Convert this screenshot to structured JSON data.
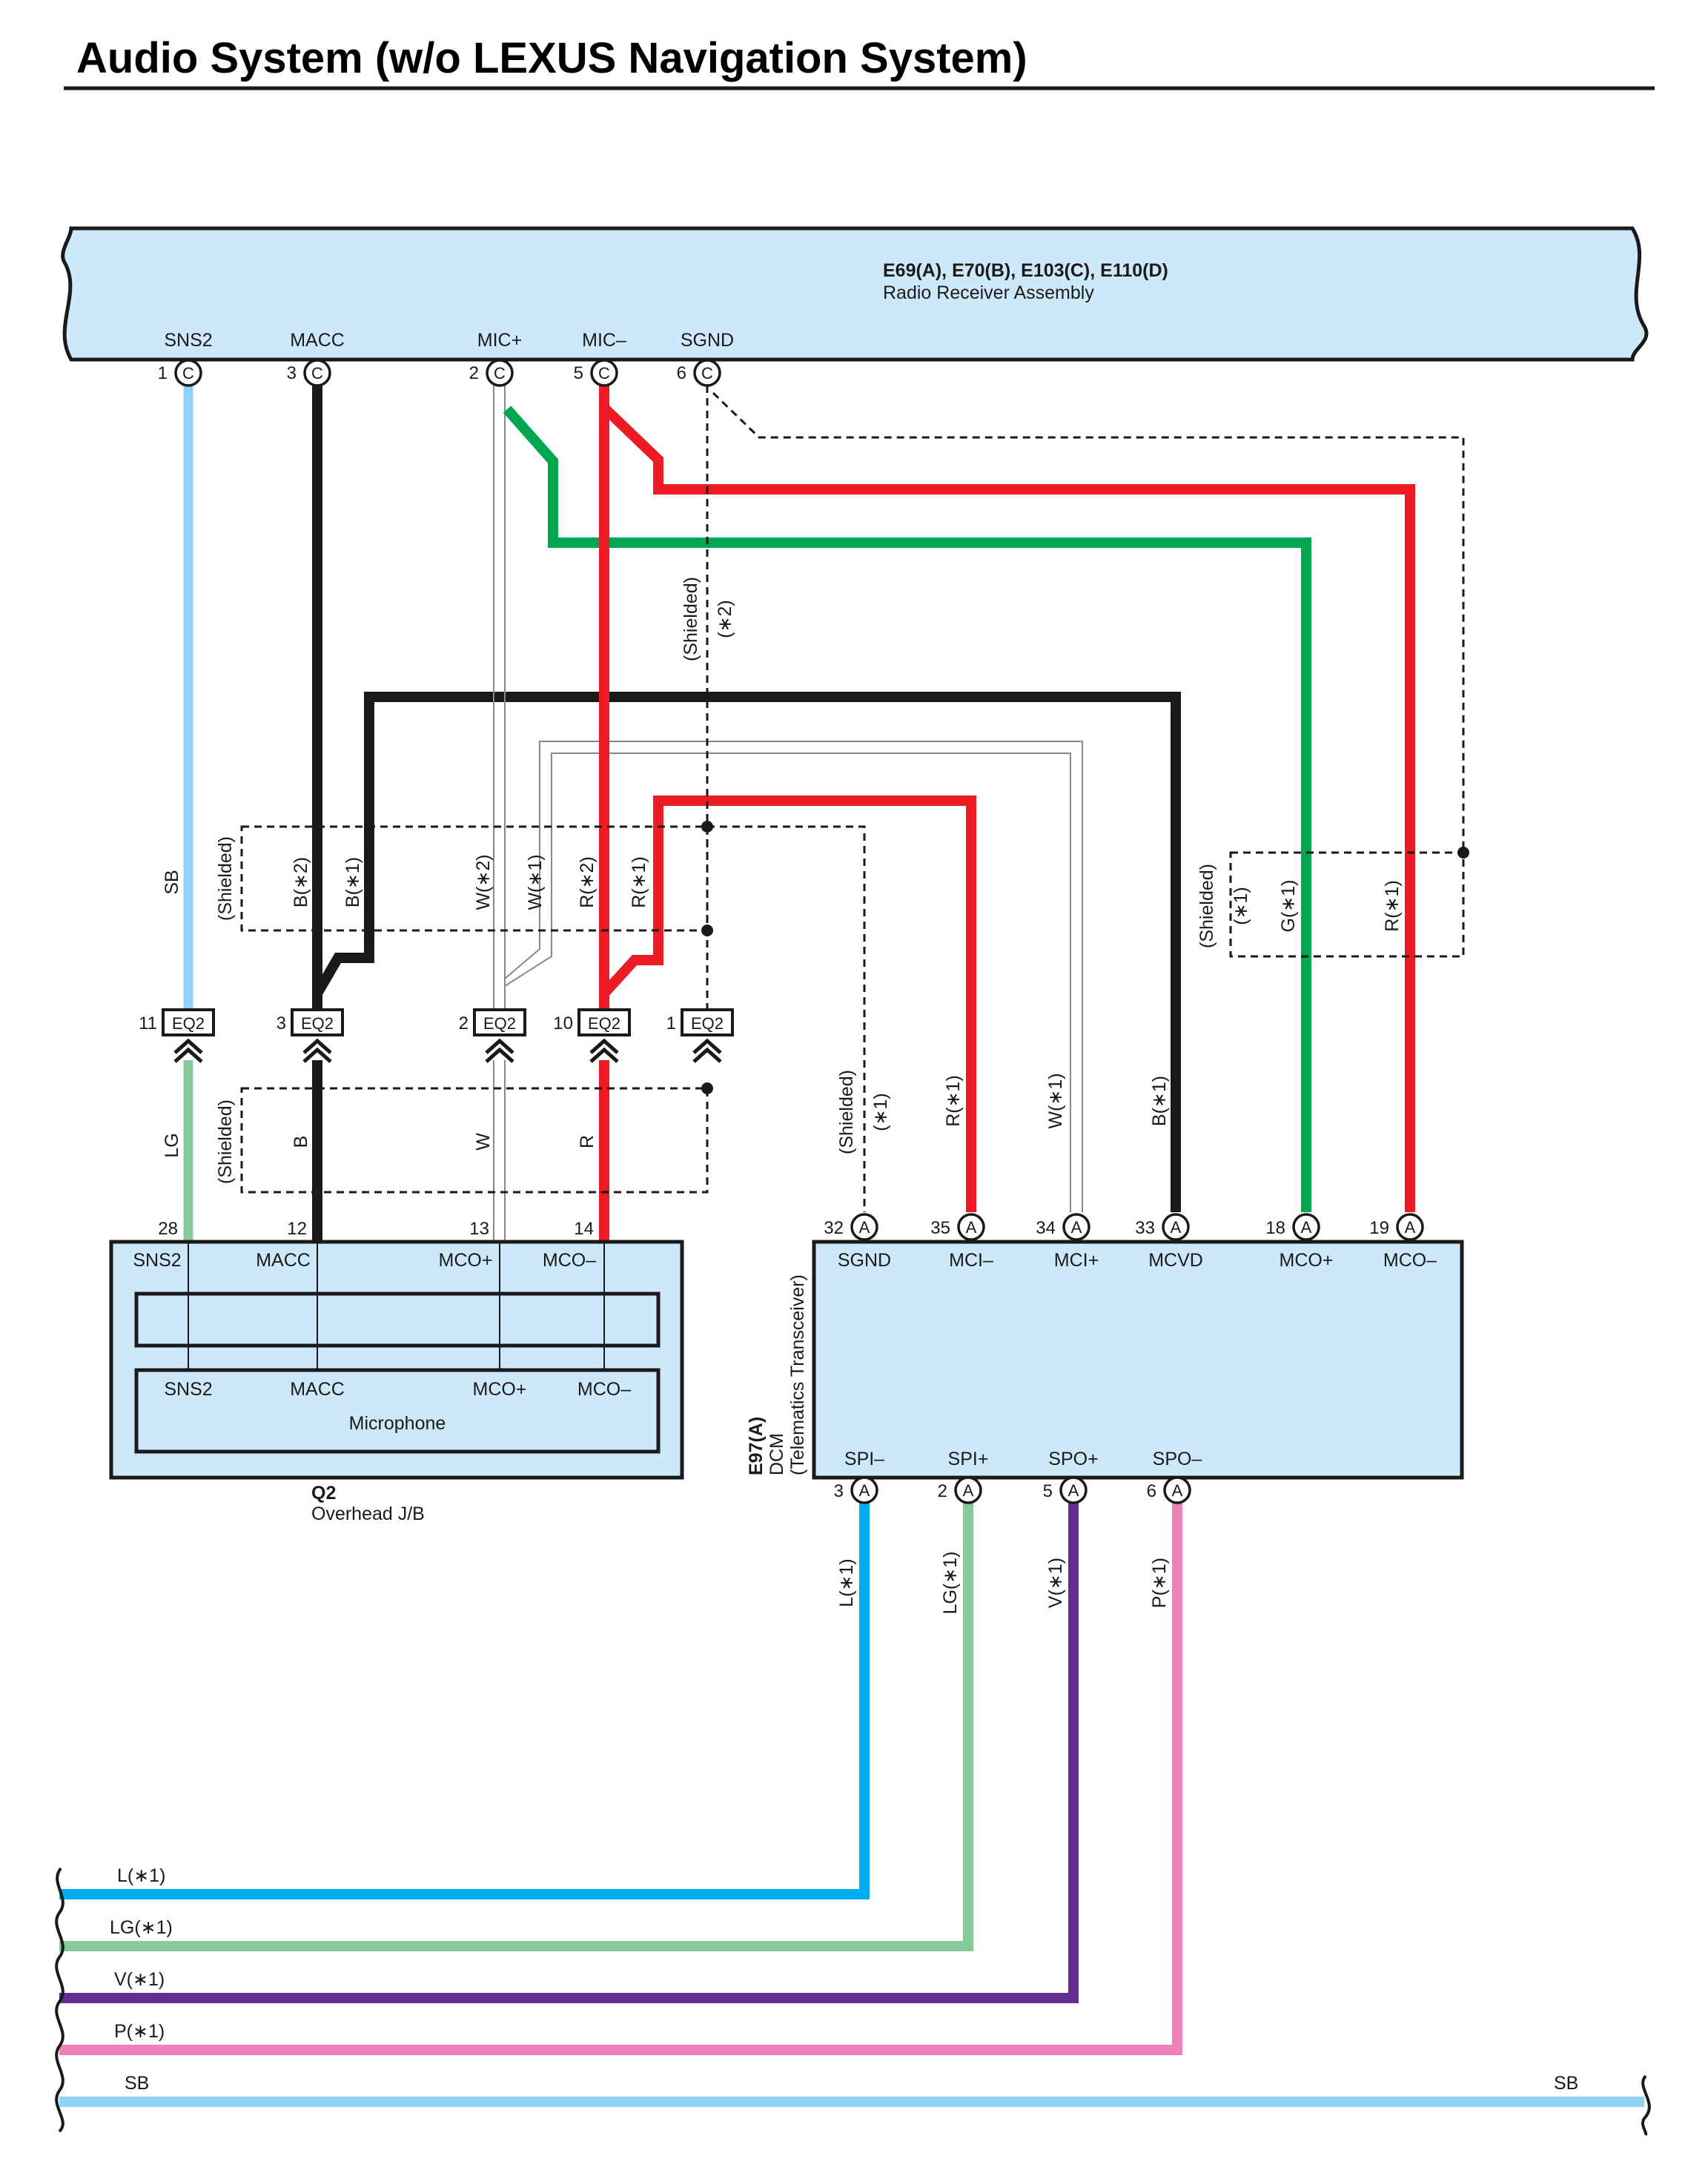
{
  "title": "Audio System (w/o LEXUS Navigation System)",
  "radio": {
    "ids": "E69(A), E70(B), E103(C), E110(D)",
    "name": "Radio Receiver Assembly",
    "pins": [
      {
        "name": "SNS2",
        "num": "1",
        "conn": "C"
      },
      {
        "name": "MACC",
        "num": "3",
        "conn": "C"
      },
      {
        "name": "MIC+",
        "num": "2",
        "conn": "C"
      },
      {
        "name": "MIC–",
        "num": "5",
        "conn": "C"
      },
      {
        "name": "SGND",
        "num": "6",
        "conn": "C"
      }
    ]
  },
  "junction": {
    "id": "Q2",
    "name": "Overhead J/B",
    "inner_name": "Microphone",
    "top_pins": [
      "SNS2",
      "MACC",
      "MCO+",
      "MCO–"
    ],
    "inner_pins": [
      "SNS2",
      "MACC",
      "MCO+",
      "MCO–"
    ],
    "pin_nums": [
      "28",
      "12",
      "13",
      "14"
    ],
    "eq": [
      {
        "num": "11",
        "label": "EQ2"
      },
      {
        "num": "3",
        "label": "EQ2"
      },
      {
        "num": "2",
        "label": "EQ2"
      },
      {
        "num": "10",
        "label": "EQ2"
      },
      {
        "num": "1",
        "label": "EQ2"
      }
    ]
  },
  "dcm": {
    "id": "E97(A)",
    "name1": "DCM",
    "name2": "(Telematics Transceiver)",
    "conn": "A",
    "top_pins": [
      {
        "name": "SGND",
        "num": "32"
      },
      {
        "name": "MCI–",
        "num": "35"
      },
      {
        "name": "MCI+",
        "num": "34"
      },
      {
        "name": "MCVD",
        "num": "33"
      },
      {
        "name": "MCO+",
        "num": "18"
      },
      {
        "name": "MCO–",
        "num": "19"
      }
    ],
    "bottom_pins": [
      {
        "name": "SPI–",
        "num": "3"
      },
      {
        "name": "SPI+",
        "num": "2"
      },
      {
        "name": "SPO+",
        "num": "5"
      },
      {
        "name": "SPO–",
        "num": "6"
      }
    ]
  },
  "wire_labels": {
    "sb": "SB",
    "lg": "LG",
    "b": "B",
    "w": "W",
    "r": "R",
    "b2": "B(∗2)",
    "b1": "B(∗1)",
    "w2": "W(∗2)",
    "w1": "W(∗1)",
    "r2": "R(∗2)",
    "r1": "R(∗1)",
    "g1": "G(∗1)",
    "l1": "L(∗1)",
    "lg1": "LG(∗1)",
    "v1": "V(∗1)",
    "p1": "P(∗1)",
    "shielded": "(Shielded)",
    "star1": "(∗1)",
    "star2": "(∗2)"
  },
  "colors": {
    "sky": "#8fd3f4",
    "black": "#1a1a1a",
    "green": "#00a650",
    "red": "#ed1c24",
    "lightgreen": "#86c99b",
    "blue": "#00aeef",
    "violet": "#662d91",
    "pink": "#f080b8",
    "box": "#cde8f8"
  }
}
